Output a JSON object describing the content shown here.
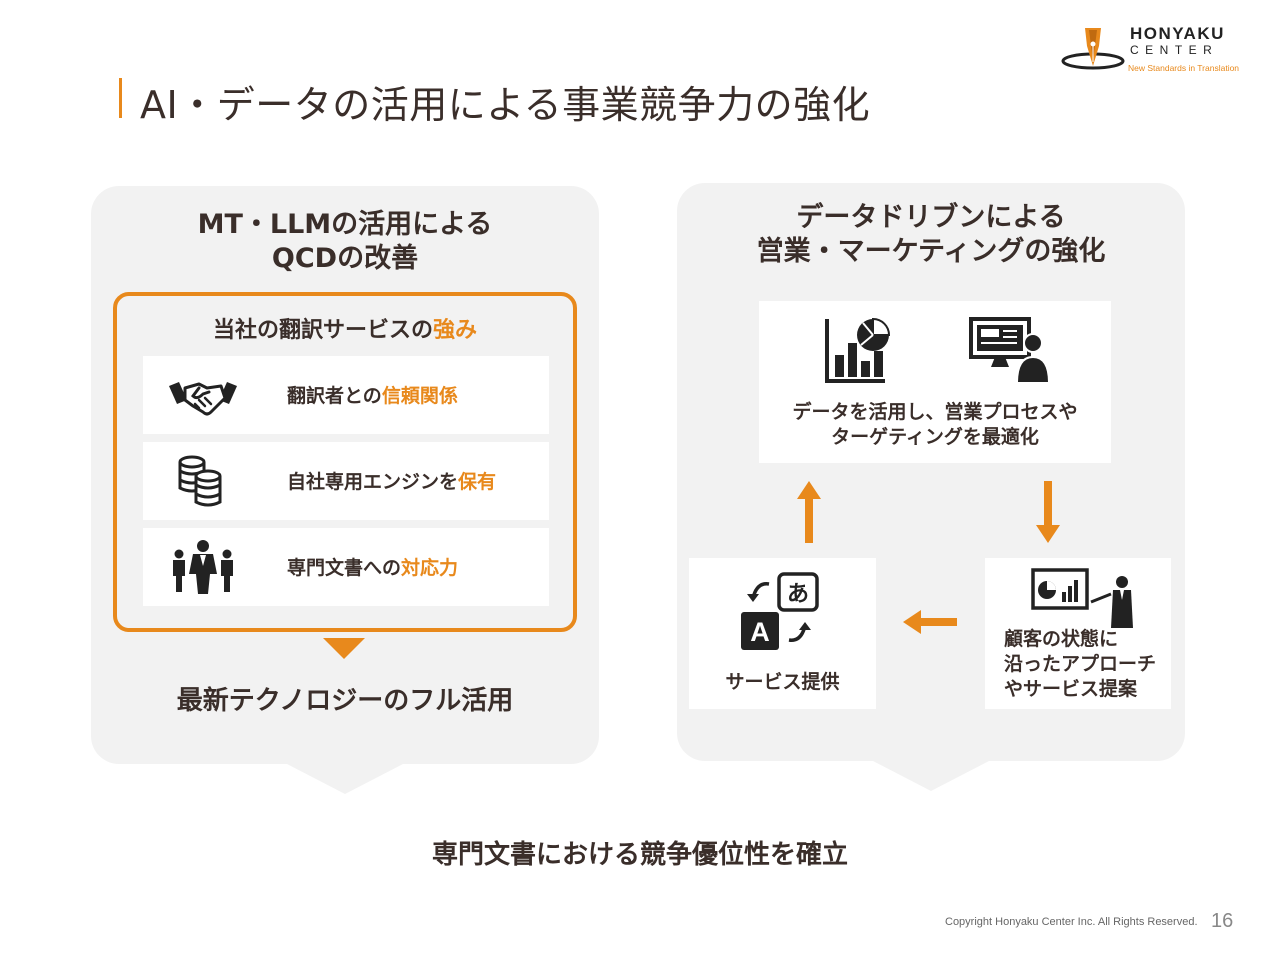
{
  "slide": {
    "title": "AI・データの活用による事業競争力の強化",
    "page_number": "16",
    "copyright": "Copyright Honyaku Center Inc. All Rights Reserved.",
    "accent_color": "#e8891c"
  },
  "logo": {
    "name": "HONYAKU",
    "sub": "CENTER",
    "tagline": "New Standards in Translation",
    "icon": "pen-nib-logo"
  },
  "left_panel": {
    "title_line1": "MT・LLMの活用による",
    "title_line2": "QCDの改善",
    "strengths_title_prefix": "当社の翻訳サービスの",
    "strengths_title_highlight": "強み",
    "items": [
      {
        "icon": "handshake-icon",
        "text_prefix": "翻訳者との",
        "text_highlight": "信頼関係"
      },
      {
        "icon": "database-icon",
        "text_prefix": "自社専用エンジンを",
        "text_highlight": "保有"
      },
      {
        "icon": "team-icon",
        "text_prefix": "専門文書への",
        "text_highlight": "対応力"
      }
    ],
    "footer": "最新テクノロジーのフル活用"
  },
  "right_panel": {
    "title_line1": "データドリブンによる",
    "title_line2": "営業・マーケティングの強化",
    "data_box": {
      "line1": "データを活用し、営業プロセスや",
      "line2": "ターゲティングを最適化",
      "icons": [
        "analytics-chart-icon",
        "computer-user-icon"
      ]
    },
    "service_box": {
      "label": "サービス提供",
      "icon": "translation-icon"
    },
    "approach_box": {
      "line1": "顧客の状態に",
      "line2": "沿ったアプローチ",
      "line3": "やサービス提案",
      "icon": "presentation-icon"
    }
  },
  "bottom_message": "専門文書における競争優位性を確立"
}
